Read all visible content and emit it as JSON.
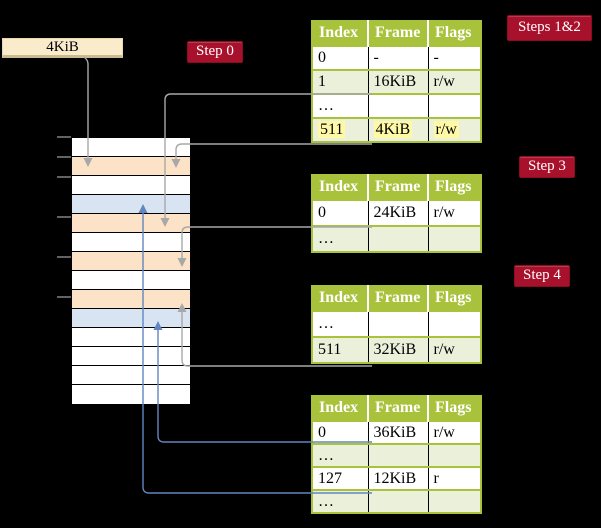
{
  "colors": {
    "background": "#000000",
    "label_red": "#A8112B",
    "table_green": "#A9C23C",
    "row_green": "#EBF0DA",
    "frame_peach": "#FCE3C7",
    "frame_blue": "#D9E4F3",
    "box_cream": "#FAECCB",
    "highlight_yellow": "#FFF9A6",
    "arrow_gray": "#A8A8A8",
    "arrow_blue": "#6286C0"
  },
  "page_size_box": {
    "label": "4KiB"
  },
  "labels": {
    "step0": "Step 0",
    "steps12": "Steps 1&2",
    "step3": "Step 3",
    "step4": "Step 4"
  },
  "tables": [
    {
      "name": "page-table-steps-1-2",
      "headers": [
        "Index",
        "Frame",
        "Flags"
      ],
      "rows": [
        {
          "cells": [
            "0",
            "-",
            "-"
          ],
          "shaded": false,
          "highlighted": false
        },
        {
          "cells": [
            "1",
            "16KiB",
            "r/w"
          ],
          "shaded": true,
          "highlighted": false
        },
        {
          "cells": [
            "…",
            "",
            ""
          ],
          "shaded": false,
          "highlighted": false
        },
        {
          "cells": [
            "511",
            "4KiB",
            "r/w"
          ],
          "shaded": true,
          "highlighted": true
        }
      ]
    },
    {
      "name": "page-table-step-3",
      "headers": [
        "Index",
        "Frame",
        "Flags"
      ],
      "rows": [
        {
          "cells": [
            "0",
            "24KiB",
            "r/w"
          ],
          "shaded": false,
          "highlighted": false
        },
        {
          "cells": [
            "…",
            "",
            ""
          ],
          "shaded": true,
          "highlighted": false
        }
      ]
    },
    {
      "name": "page-table-step-4",
      "headers": [
        "Index",
        "Frame",
        "Flags"
      ],
      "rows": [
        {
          "cells": [
            "…",
            "",
            ""
          ],
          "shaded": false,
          "highlighted": false
        },
        {
          "cells": [
            "511",
            "32KiB",
            "r/w"
          ],
          "shaded": true,
          "highlighted": false
        }
      ]
    },
    {
      "name": "page-table-bottom",
      "headers": [
        "Index",
        "Frame",
        "Flags"
      ],
      "rows": [
        {
          "cells": [
            "0",
            "36KiB",
            "r/w"
          ],
          "shaded": false,
          "highlighted": false
        },
        {
          "cells": [
            "…",
            "",
            ""
          ],
          "shaded": true,
          "highlighted": false
        },
        {
          "cells": [
            "127",
            "12KiB",
            "r"
          ],
          "shaded": false,
          "highlighted": false
        },
        {
          "cells": [
            "…",
            "",
            ""
          ],
          "shaded": true,
          "highlighted": false
        }
      ]
    }
  ],
  "memory": {
    "rows": [
      {
        "type": "white"
      },
      {
        "type": "peach"
      },
      {
        "type": "white"
      },
      {
        "type": "blue"
      },
      {
        "type": "peach"
      },
      {
        "type": "white"
      },
      {
        "type": "peach"
      },
      {
        "type": "white"
      },
      {
        "type": "peach"
      },
      {
        "type": "blue"
      },
      {
        "type": "white"
      },
      {
        "type": "white"
      },
      {
        "type": "white"
      },
      {
        "type": "white"
      }
    ]
  }
}
